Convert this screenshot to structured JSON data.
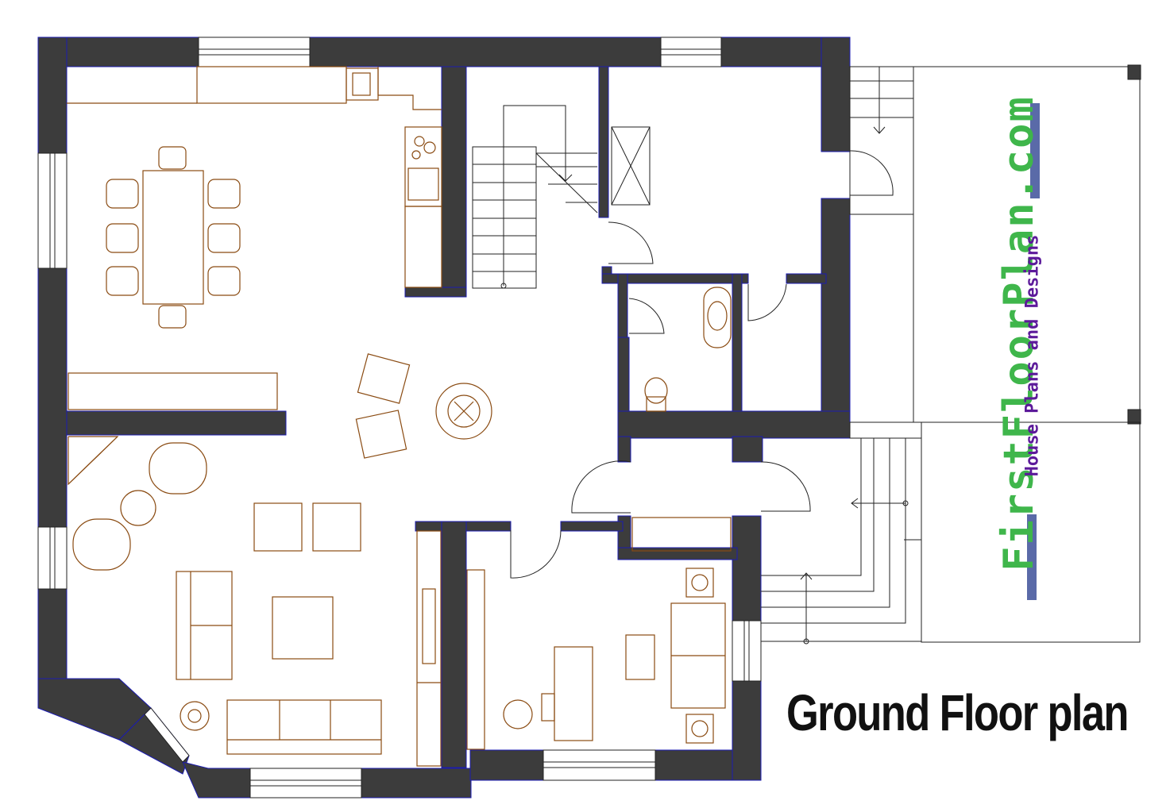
{
  "title": "Ground Floor plan",
  "watermark": {
    "brand": "FirstFloorPlan.com",
    "tagline": "House Plans and Designs",
    "brand_color": "#3fb64b",
    "tagline_color": "#5c1a9a"
  },
  "colors": {
    "wall": "#3c3c3c",
    "wall_outline": "#1b1bb0",
    "furniture": "#8a4b12",
    "lines": "#222222",
    "background": "#ffffff"
  }
}
